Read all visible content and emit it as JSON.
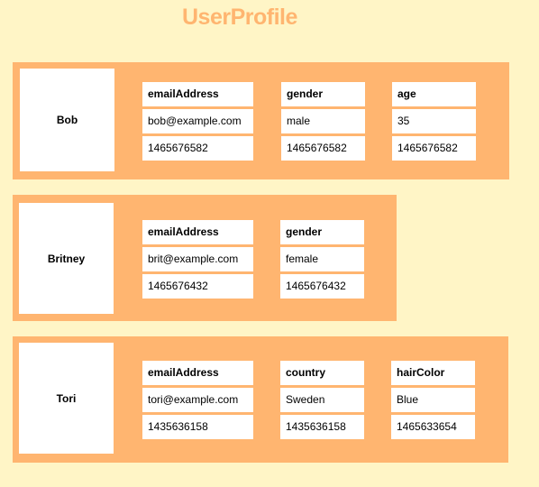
{
  "title": "UserProfile",
  "rows": [
    {
      "key": "Bob",
      "columns": [
        {
          "name": "emailAddress",
          "value": "bob@example.com",
          "timestamp": "1465676582"
        },
        {
          "name": "gender",
          "value": "male",
          "timestamp": "1465676582"
        },
        {
          "name": "age",
          "value": "35",
          "timestamp": "1465676582"
        }
      ]
    },
    {
      "key": "Britney",
      "columns": [
        {
          "name": "emailAddress",
          "value": "brit@example.com",
          "timestamp": "1465676432"
        },
        {
          "name": "gender",
          "value": "female",
          "timestamp": "1465676432"
        }
      ]
    },
    {
      "key": "Tori",
      "columns": [
        {
          "name": "emailAddress",
          "value": "tori@example.com",
          "timestamp": "1435636158"
        },
        {
          "name": "country",
          "value": "Sweden",
          "timestamp": "1435636158"
        },
        {
          "name": "hairColor",
          "value": "Blue",
          "timestamp": "1465633654"
        }
      ]
    }
  ]
}
